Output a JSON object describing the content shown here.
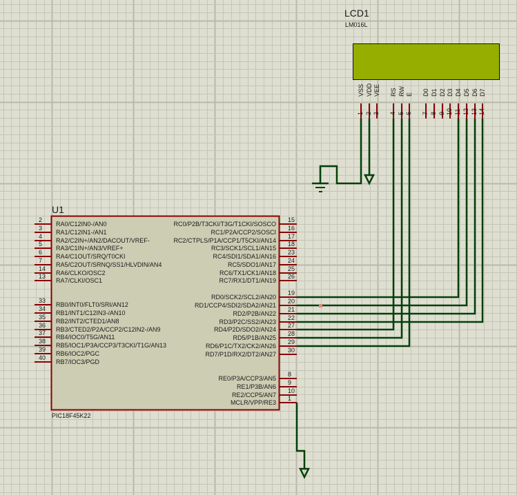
{
  "colors": {
    "background": "#dedfd0",
    "grid_minor": "#c4c5b6",
    "grid_major": "#b8b9aa",
    "component_body": "#cdcdb4",
    "component_border": "#8b0000",
    "pin": "#8b0000",
    "wire": "#003f0a",
    "lcd_screen": "#96ae00",
    "lcd_border": "#111111",
    "marker": "#e08878"
  },
  "lcd": {
    "reference": "LCD1",
    "value": "LM016L",
    "pins": [
      {
        "num": "1",
        "name": "VSS"
      },
      {
        "num": "2",
        "name": "VDD"
      },
      {
        "num": "3",
        "name": "VEE"
      },
      {
        "num": "4",
        "name": "RS"
      },
      {
        "num": "5",
        "name": "RW"
      },
      {
        "num": "6",
        "name": "E"
      },
      {
        "num": "7",
        "name": "D0"
      },
      {
        "num": "8",
        "name": "D1"
      },
      {
        "num": "9",
        "name": "D2"
      },
      {
        "num": "10",
        "name": "D3"
      },
      {
        "num": "11",
        "name": "D4"
      },
      {
        "num": "12",
        "name": "D5"
      },
      {
        "num": "13",
        "name": "D6"
      },
      {
        "num": "14",
        "name": "D7"
      }
    ]
  },
  "mcu": {
    "reference": "U1",
    "value": "PIC18F45K22",
    "left_pins": [
      {
        "num": "2",
        "name": "RA0/C12IN0-/AN0"
      },
      {
        "num": "3",
        "name": "RA1/C12IN1-/AN1"
      },
      {
        "num": "4",
        "name": "RA2/C2IN+/AN2/DACOUT/VREF-"
      },
      {
        "num": "5",
        "name": "RA3/C1IN+/AN3/VREF+"
      },
      {
        "num": "6",
        "name": "RA4/C1OUT/SRQ/T0CKI"
      },
      {
        "num": "7",
        "name": "RA5/C2OUT/SRNQ/SS1/HLVDIN/AN4"
      },
      {
        "num": "14",
        "name": "RA6/CLKO/OSC2"
      },
      {
        "num": "13",
        "name": "RA7/CLKI/OSC1"
      },
      {
        "num": "33",
        "name": "RB0/INT0/FLT0/SRI/AN12"
      },
      {
        "num": "34",
        "name": "RB1/INT1/C12IN3-/AN10"
      },
      {
        "num": "35",
        "name": "RB2/INT2/CTED1/AN8"
      },
      {
        "num": "36",
        "name": "RB3/CTED2/P2A/CCP2/C12IN2-/AN9"
      },
      {
        "num": "37",
        "name": "RB4/IOC0/T5G/AN11"
      },
      {
        "num": "38",
        "name": "RB5/IOC1/P3A/CCP3/T3CKI/T1G/AN13"
      },
      {
        "num": "39",
        "name": "RB6/IOC2/PGC"
      },
      {
        "num": "40",
        "name": "RB7/IOC3/PGD"
      }
    ],
    "right_pins": [
      {
        "num": "15",
        "name": "RC0/P2B/T3CKI/T3G/T1CKI/SOSCO"
      },
      {
        "num": "16",
        "name": "RC1/P2A/CCP2/SOSCI"
      },
      {
        "num": "17",
        "name": "RC2/CTPLS/P1A/CCP1/T5CKI/AN14"
      },
      {
        "num": "18",
        "name": "RC3/SCK1/SCL1/AN15"
      },
      {
        "num": "23",
        "name": "RC4/SDI1/SDA1/AN16"
      },
      {
        "num": "24",
        "name": "RC5/SDO1/AN17"
      },
      {
        "num": "25",
        "name": "RC6/TX1/CK1/AN18"
      },
      {
        "num": "26",
        "name": "RC7/RX1/DT1/AN19"
      },
      {
        "num": "19",
        "name": "RD0/SCK2/SCL2/AN20"
      },
      {
        "num": "20",
        "name": "RD1/CCP4/SDI2/SDA2/AN21"
      },
      {
        "num": "21",
        "name": "RD2/P2B/AN22"
      },
      {
        "num": "22",
        "name": "RD3/P2C/SS2/AN23"
      },
      {
        "num": "27",
        "name": "RD4/P2D/SDO2/AN24"
      },
      {
        "num": "28",
        "name": "RD5/P1B/AN25"
      },
      {
        "num": "29",
        "name": "RD6/P1C/TX2/CK2/AN26"
      },
      {
        "num": "30",
        "name": "RD7/P1D/RX2/DT2/AN27"
      },
      {
        "num": "8",
        "name": "RE0/P3A/CCP3/AN5"
      },
      {
        "num": "9",
        "name": "RE1/P3B/AN6"
      },
      {
        "num": "10",
        "name": "RE2/CCP5/AN7"
      },
      {
        "num": "1",
        "name": "MCLR/VPP/RE3"
      }
    ]
  },
  "connections": [
    {
      "from": "U1.19 RD0",
      "to": "LCD1.11 D4"
    },
    {
      "from": "U1.20 RD1",
      "to": "LCD1.12 D5"
    },
    {
      "from": "U1.21 RD2",
      "to": "LCD1.13 D6"
    },
    {
      "from": "U1.22 RD3",
      "to": "LCD1.14 D7"
    },
    {
      "from": "U1.27 RD4",
      "to": "LCD1.4 RS"
    },
    {
      "from": "U1.28 RD5",
      "to": "LCD1.5 RW"
    },
    {
      "from": "U1.29 RD6",
      "to": "LCD1.6 E"
    },
    {
      "from": "LCD1.1 VSS",
      "to": "GND"
    },
    {
      "from": "LCD1.2 VDD",
      "to": "POWER"
    },
    {
      "from": "U1.1 MCLR",
      "to": "POWER"
    }
  ]
}
